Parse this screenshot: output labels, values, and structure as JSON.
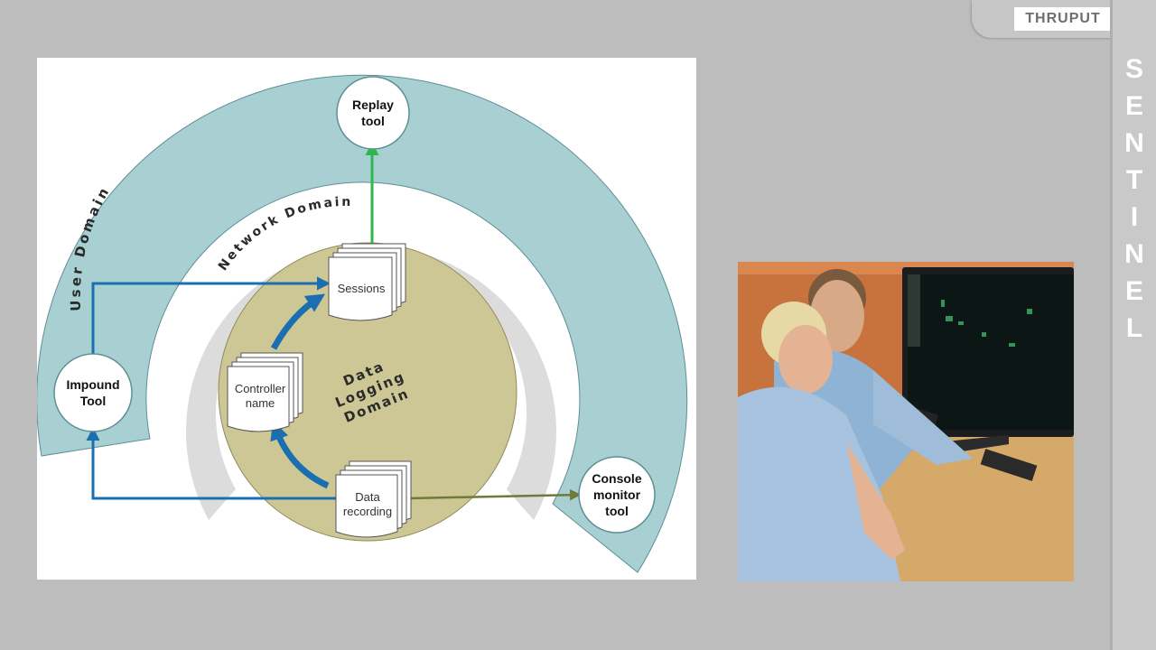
{
  "brand": {
    "logo_text": "THRUPUT",
    "side_title": [
      "S",
      "E",
      "N",
      "T",
      "I",
      "N",
      "E",
      "L"
    ]
  },
  "diagram": {
    "domains": {
      "user": "User Domain",
      "network": "Network Domain",
      "data_logging": [
        "Data",
        "Logging",
        "Domain"
      ]
    },
    "tools": {
      "replay": [
        "Replay",
        "tool"
      ],
      "impound": [
        "Impound",
        "Tool"
      ],
      "console": [
        "Console",
        "monitor",
        "tool"
      ]
    },
    "documents": {
      "sessions": [
        "Sessions"
      ],
      "controller": [
        "Controller",
        "name"
      ],
      "recording": [
        "Data",
        "recording"
      ]
    },
    "colors": {
      "user_domain": "#a8d0d2",
      "data_logging_domain": "#cdc795",
      "blue_arrow": "#1a6fb0",
      "green_arrow": "#2db84e",
      "olive_arrow": "#6e7a37"
    }
  },
  "photo": {
    "description_icon": "operators-at-screen-photo"
  }
}
